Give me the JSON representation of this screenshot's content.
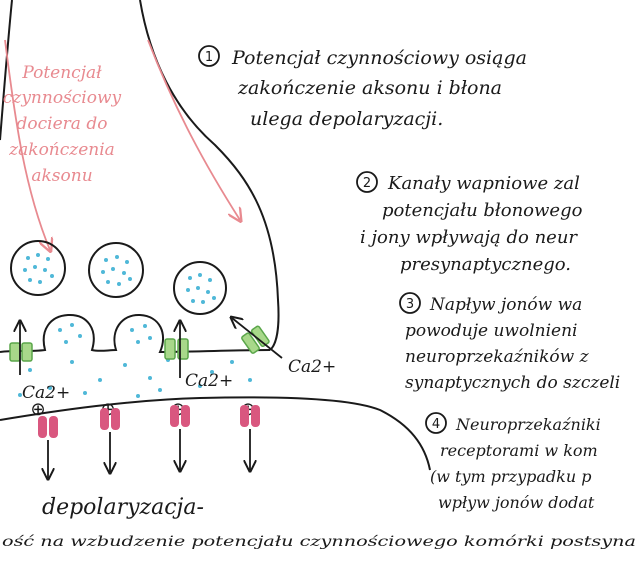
{
  "colors": {
    "ink": "#1a1a1a",
    "annotation": "#e88a90",
    "vesicle_dot": "#4fb8d8",
    "channel": "#a8d88a",
    "channel_edge": "#5aa64a",
    "receptor": "#d9577f"
  },
  "annotation": {
    "lines": [
      "Potencjał",
      "czynnościowy",
      "dociera do",
      "zakończenia",
      "aksonu"
    ]
  },
  "steps": [
    {
      "number": "1",
      "lines": [
        "Potencjał czynnościowy osiąga",
        "zakończenie aksonu i błona",
        "ulega depolaryzacji."
      ]
    },
    {
      "number": "2",
      "lines": [
        "Kanały wapniowe zal",
        "potencjału błonowego",
        "i jony wpływają do neur",
        "presynaptycznego."
      ]
    },
    {
      "number": "3",
      "lines": [
        "Napływ jonów wa",
        "powoduje uwolnieni",
        "neuroprzekaźników z",
        "synaptycznych do szczeli"
      ]
    },
    {
      "number": "4",
      "lines": [
        "Neuroprzekaźniki",
        "receptorami w kom",
        "(w tym przypadku p",
        "wpływ jonów dodat"
      ]
    }
  ],
  "labels": {
    "ion_1": "Ca2+",
    "ion_2": "Ca2+",
    "ion_3": "Ca2+",
    "plus_sign": "⊕",
    "bottom_title": "depolaryzacja-",
    "bottom_caption": "ość na wzbudzenie potencjału czynnościowego komórki postsyna"
  },
  "icons": {
    "vesicle": "vesicle-icon",
    "channel": "calcium-channel-icon",
    "receptor": "receptor-icon",
    "arrow": "arrow-icon"
  }
}
